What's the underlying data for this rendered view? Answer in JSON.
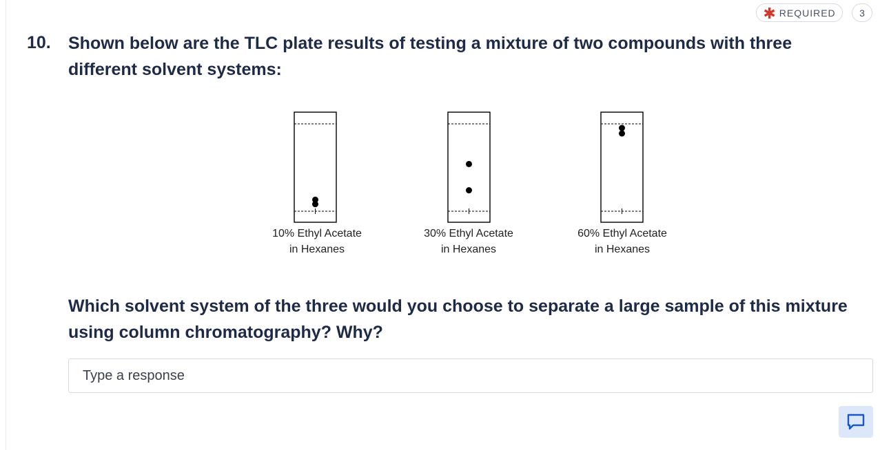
{
  "header": {
    "required_label": "REQUIRED",
    "points": "3"
  },
  "question": {
    "number": "10.",
    "text": "Shown below are the TLC plate results of testing a mixture of two compounds with three different solvent systems:",
    "followup": "Which solvent system of the three would you choose to separate a large sample of this mixture using column chromatography? Why?"
  },
  "figure": {
    "plates": [
      {
        "label_line1": "10% Ethyl Acetate",
        "label_line2": "in Hexanes",
        "spot_rf": [
          0.05,
          0.1
        ]
      },
      {
        "label_line1": "30% Ethyl Acetate",
        "label_line2": "in Hexanes",
        "spot_rf": [
          0.24,
          0.54
        ]
      },
      {
        "label_line1": "60% Ethyl Acetate",
        "label_line2": "in Hexanes",
        "spot_rf": [
          0.89,
          1.0
        ]
      }
    ]
  },
  "response": {
    "placeholder": "Type a response"
  },
  "colors": {
    "text": "#1f2a44",
    "required_star": "#d1372b",
    "comment_button_bg": "#dce8f9",
    "comment_icon": "#1a56c4"
  },
  "icons": {
    "required": "asterisk-icon",
    "comment": "comment-icon"
  }
}
